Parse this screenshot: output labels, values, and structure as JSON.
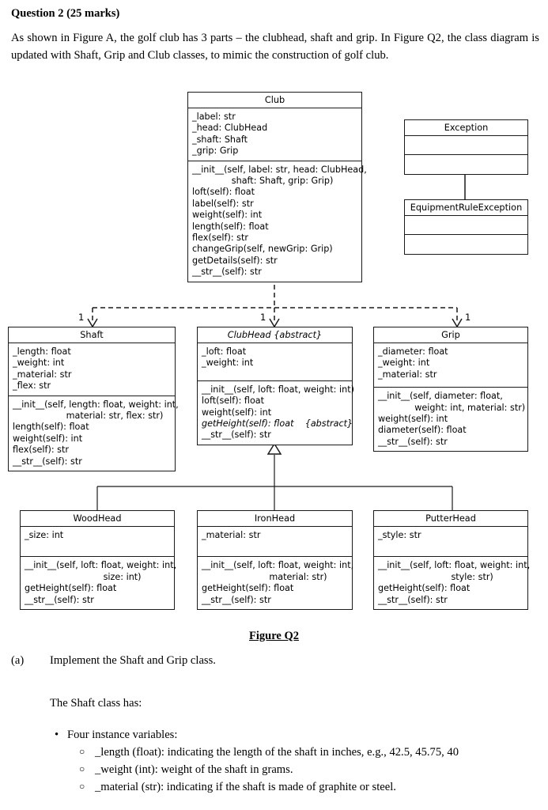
{
  "document": {
    "question_title": "Question 2 (25 marks)",
    "intro": "As shown in Figure A, the golf club has 3 parts – the clubhead, shaft and grip.  In Figure Q2, the class diagram is updated with Shaft, Grip and Club classes, to mimic the construction of golf club.",
    "figure_caption": "Figure Q2",
    "part_a_label": "(a)",
    "part_a_text": "Implement the Shaft and Grip class.",
    "shaft_has": "The Shaft class has:",
    "bullets": [
      {
        "marker": "•",
        "text": "Four instance variables:",
        "children": [
          {
            "marker": "○",
            "text": "_length (float): indicating the length of the shaft in inches, e.g., 42.5, 45.75, 40"
          },
          {
            "marker": "○",
            "text": "_weight (int): weight of the shaft in grams."
          },
          {
            "marker": "○",
            "text": "_material (str): indicating if the shaft is made of graphite or steel."
          }
        ]
      }
    ]
  },
  "diagram": {
    "multiplicities": {
      "shaft": "1",
      "clubhead": "1",
      "grip": "1"
    },
    "classes": {
      "club": {
        "name": "Club",
        "abstract": false,
        "attributes": [
          "_label: str",
          "_head: ClubHead",
          "_shaft: Shaft",
          "_grip: Grip"
        ],
        "methods": [
          "__init__(self, label: str, head: ClubHead,",
          "              shaft: Shaft, grip: Grip)",
          "loft(self): float",
          "label(self): str",
          "weight(self): int",
          "length(self): float",
          "flex(self): str",
          "changeGrip(self, newGrip: Grip)",
          "getDetails(self): str",
          "__str__(self): str"
        ]
      },
      "exception": {
        "name": "Exception",
        "abstract": false,
        "attributes": [],
        "methods": []
      },
      "equipment_rule_exception": {
        "name": "EquipmentRuleException",
        "abstract": false,
        "attributes": [],
        "methods": []
      },
      "shaft": {
        "name": "Shaft",
        "abstract": false,
        "attributes": [
          "_length: float",
          "_weight: int",
          "_material: str",
          "_flex: str"
        ],
        "methods": [
          "__init__(self, length: float, weight: int,",
          "                   material: str, flex: str)",
          "length(self): float",
          "weight(self): int",
          "flex(self): str",
          "__str__(self): str"
        ]
      },
      "clubhead": {
        "name": "ClubHead {abstract}",
        "abstract": true,
        "attributes": [
          "_loft: float",
          "_weight: int"
        ],
        "methods": [
          "__init__(self, loft: float, weight: int)",
          "loft(self): float",
          "weight(self): int",
          "getHeight(self): float    {abstract}",
          "__str__(self): str"
        ],
        "abstract_method_index": 3
      },
      "grip": {
        "name": "Grip",
        "abstract": false,
        "attributes": [
          "_diameter: float",
          "_weight: int",
          "_material: str"
        ],
        "methods": [
          "__init__(self, diameter: float,",
          "             weight: int, material: str)",
          "weight(self): int",
          "diameter(self): float",
          "__str__(self): str"
        ]
      },
      "woodhead": {
        "name": "WoodHead",
        "abstract": false,
        "attributes": [
          "_size: int"
        ],
        "methods": [
          "__init__(self, loft: float, weight: int,",
          "                            size: int)",
          "getHeight(self): float",
          "__str__(self): str"
        ]
      },
      "ironhead": {
        "name": "IronHead",
        "abstract": false,
        "attributes": [
          "_material: str"
        ],
        "methods": [
          "__init__(self, loft: float, weight: int,",
          "                        material: str)",
          "getHeight(self): float",
          "__str__(self): str"
        ]
      },
      "putterhead": {
        "name": "PutterHead",
        "abstract": false,
        "attributes": [
          "_style: str"
        ],
        "methods": [
          "__init__(self, loft: float, weight: int,",
          "                          style: str)",
          "getHeight(self): float",
          "__str__(self): str"
        ]
      }
    }
  }
}
